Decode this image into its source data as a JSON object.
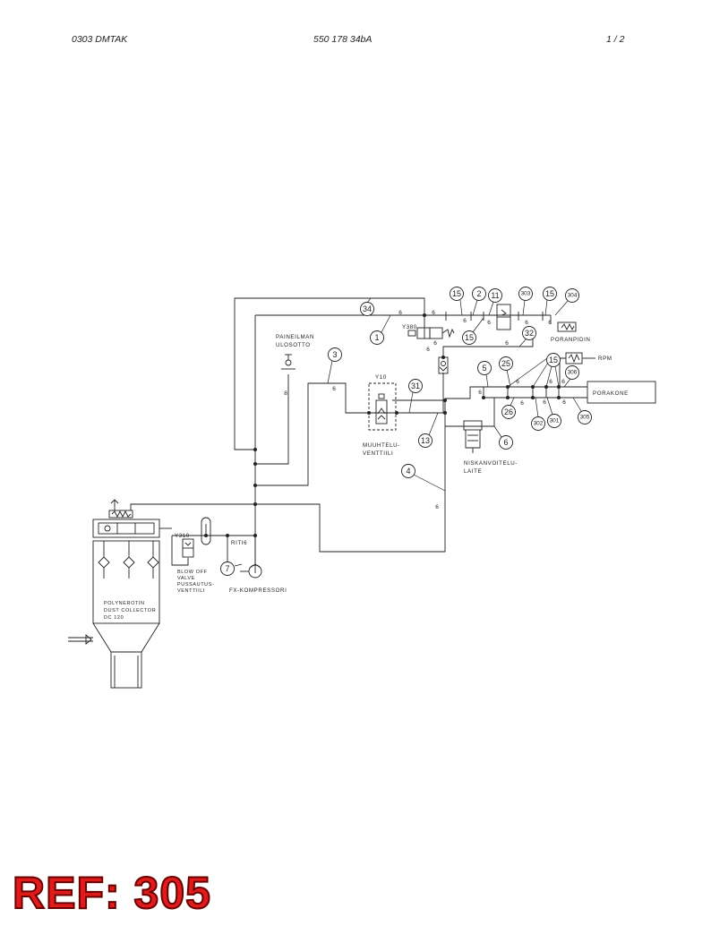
{
  "header": {
    "left": "0303  DMTAK",
    "center": "550 178 34bA",
    "right": "1 /   2"
  },
  "labels": {
    "paineilman": "PAINEILMAN",
    "ulosotto": "ULOSOTTO",
    "y380": "Y380",
    "y10": "Y10",
    "muuhtelu": "MUUHTELU-",
    "venttiili": "VENTTIILI",
    "niskanvoitelu": "NISKANVOITELU-",
    "laite": "LAITE",
    "poranpidin": "PORANPIDIN",
    "rpm": "RPM",
    "porakone": "PORAKONE",
    "y310": "Y310",
    "blowoff": "BLOW OFF",
    "valve": "VALVE",
    "pussautus": "PUSSAUTUS-",
    "venttiili2": "VENTTIILI",
    "riti6": "RITI6",
    "kompressori": "FX-KOMPRESSORI",
    "polynerotin": "POLYNEROTIN",
    "dustcollector": "DUST COLLECTOR",
    "dc120": "DC 120"
  },
  "callouts": {
    "c34": "34",
    "c1": "1",
    "c15a": "15",
    "c2": "2",
    "c11": "11",
    "c303": "303",
    "c15b": "15",
    "c304": "304",
    "c15c": "15",
    "c32": "32",
    "c3": "3",
    "c31": "31",
    "c5": "5",
    "c25": "25",
    "c15d": "15",
    "c306": "306",
    "c26": "26",
    "c302": "302",
    "c301": "301",
    "c305": "305",
    "c13": "13",
    "c6": "6",
    "c4": "4",
    "c7": "7"
  },
  "pipe_sizes": {
    "p1": "6",
    "p2": "6",
    "p3": "6",
    "p4": "6",
    "p5": "6",
    "p6": "6",
    "p7": "6",
    "p8": "6",
    "p9": "8",
    "p10": "6",
    "p11": "6",
    "p12": "6",
    "p13": "6",
    "p14": "6",
    "p15": "6",
    "p16": "6",
    "p17": "6",
    "p18": "6",
    "p19": "6"
  },
  "ref": "REF: 305"
}
